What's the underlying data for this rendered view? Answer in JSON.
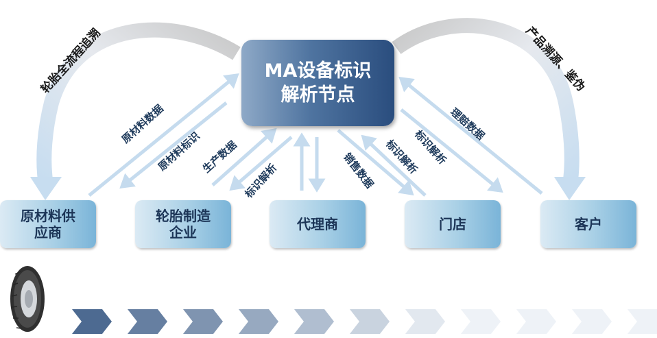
{
  "hub": {
    "title": "MA设备标识\n解析节点"
  },
  "nodes": {
    "supplier": "原材料供\n应商",
    "manufacturer": "轮胎制造\n企业",
    "agent": "代理商",
    "store": "门店",
    "customer": "客户"
  },
  "arc_labels": {
    "left": "轮胎全流程追溯",
    "right": "产品溯源、鉴伪"
  },
  "flow_labels": {
    "raw_material_data": "原材料数据",
    "raw_material_id": "原材料标识",
    "production_data": "生产数据",
    "id_resolution_1": "标识解析",
    "sales_data": "销售数据",
    "id_resolution_2": "标识解析",
    "id_resolution_3": "标识解析",
    "claim_data": "理赔数据"
  },
  "colors": {
    "hub_dark": "#2a4d7e",
    "node_light": "#a9d0e6",
    "arrow": "#c5dbee",
    "chevron_dark": "#4d6a91",
    "chevron_light": "#eef2f7"
  },
  "icons": {
    "tire": "tire-icon"
  }
}
